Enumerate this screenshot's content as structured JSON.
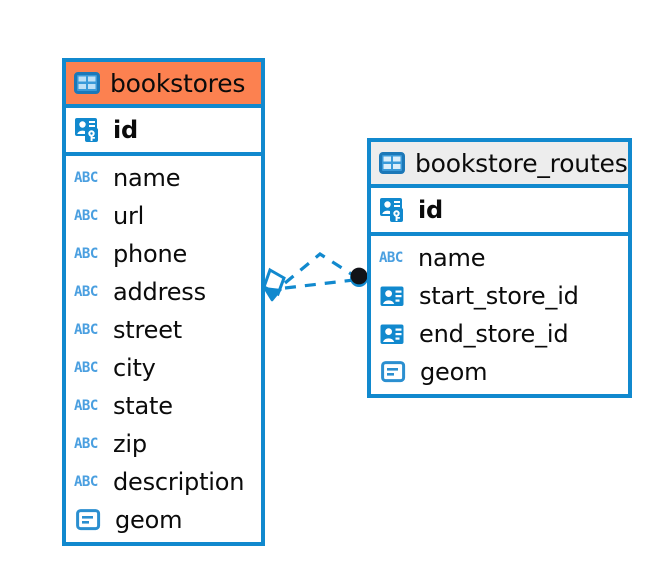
{
  "diagram": {
    "type": "entity-relationship-diagram",
    "background_color": "#ffffff",
    "accent_color": "#1189ce",
    "highlight_header_color": "#fc8150",
    "default_header_color": "#ededed"
  },
  "tables": [
    {
      "name": "bookstores",
      "header_style": "orange",
      "table_icon": "table-icon",
      "primary_key": {
        "label": "id",
        "icon": "primary-key-icon"
      },
      "fields": [
        {
          "label": "name",
          "icon": "abc-icon",
          "type_glyph": "ABC"
        },
        {
          "label": "url",
          "icon": "abc-icon",
          "type_glyph": "ABC"
        },
        {
          "label": "phone",
          "icon": "abc-icon",
          "type_glyph": "ABC"
        },
        {
          "label": "address",
          "icon": "abc-icon",
          "type_glyph": "ABC"
        },
        {
          "label": "street",
          "icon": "abc-icon",
          "type_glyph": "ABC"
        },
        {
          "label": "city",
          "icon": "abc-icon",
          "type_glyph": "ABC"
        },
        {
          "label": "state",
          "icon": "abc-icon",
          "type_glyph": "ABC"
        },
        {
          "label": "zip",
          "icon": "abc-icon",
          "type_glyph": "ABC"
        },
        {
          "label": "description",
          "icon": "abc-icon",
          "type_glyph": "ABC"
        },
        {
          "label": "geom",
          "icon": "geometry-icon",
          "type_glyph": ""
        }
      ]
    },
    {
      "name": "bookstore_routes",
      "header_style": "gray",
      "table_icon": "table-icon",
      "primary_key": {
        "label": "id",
        "icon": "primary-key-icon"
      },
      "fields": [
        {
          "label": "name",
          "icon": "abc-icon",
          "type_glyph": "ABC"
        },
        {
          "label": "start_store_id",
          "icon": "foreign-key-icon",
          "type_glyph": ""
        },
        {
          "label": "end_store_id",
          "icon": "foreign-key-icon",
          "type_glyph": ""
        },
        {
          "label": "geom",
          "icon": "geometry-icon",
          "type_glyph": ""
        }
      ]
    }
  ],
  "relationship": {
    "style": "dashed",
    "color": "#1189ce",
    "source_endpoint": "diamond-marker",
    "target_endpoint": "filled-circle-marker",
    "from_table": "bookstores",
    "to_table": "bookstore_routes"
  }
}
